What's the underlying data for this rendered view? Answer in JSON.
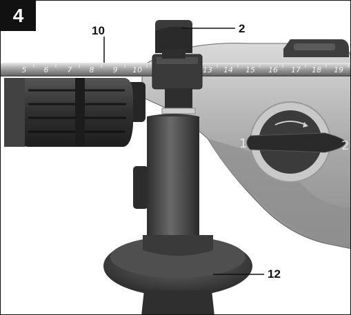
{
  "figure": {
    "number": "4"
  },
  "callouts": [
    {
      "id": "callout-10",
      "label": "10"
    },
    {
      "id": "callout-2",
      "label": "2"
    },
    {
      "id": "callout-12",
      "label": "12"
    }
  ],
  "ruler": {
    "marks": [
      "5",
      "6",
      "7",
      "8",
      "9",
      "10",
      "13",
      "14",
      "15",
      "16",
      "17",
      "18",
      "19"
    ]
  },
  "selector": {
    "left_mark": "1",
    "right_mark": "2"
  },
  "colors": {
    "body_silver": "#b9b9b9",
    "handle_dark": "#4a4a4a",
    "chuck_dark": "#3a3a3a",
    "outline": "#111111"
  }
}
